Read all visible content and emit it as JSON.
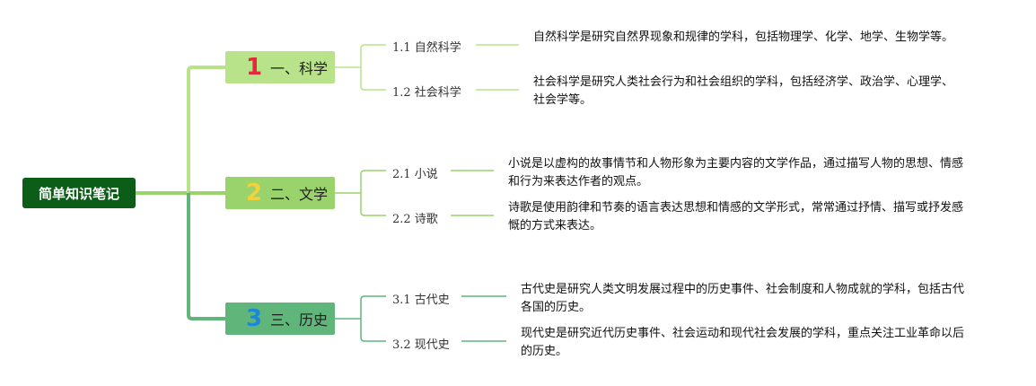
{
  "root": {
    "label": "简单知识笔记"
  },
  "branches": [
    {
      "number": "1",
      "label": "一、科学",
      "color": "#b9e38a",
      "line_color": "#b9e38a",
      "number_color": "#e8283a",
      "children": [
        {
          "label": "1.1 自然科学",
          "desc": "自然科学是研究自然界现象和规律的学科，包括物理学、化学、地学、生物学等。"
        },
        {
          "label": "1.2 社会科学",
          "desc": "社会科学是研究人类社会行为和社会组织的学科，包括经济学、政治学、心理学、社会学等。"
        }
      ]
    },
    {
      "number": "2",
      "label": "二、文学",
      "color": "#9ad26b",
      "line_color": "#9ad26b",
      "number_color": "#f2d23a",
      "children": [
        {
          "label": "2.1 小说",
          "desc": "小说是以虚构的故事情节和人物形象为主要内容的文学作品，通过描写人物的思想、情感和行为来表达作者的观点。"
        },
        {
          "label": "2.2 诗歌",
          "desc": "诗歌是使用韵律和节奏的语言表达思想和情感的文学形式，常常通过抒情、描写或抒发感慨的方式来表达。"
        }
      ]
    },
    {
      "number": "3",
      "label": "三、历史",
      "color": "#5fb57a",
      "line_color": "#5fb57a",
      "number_color": "#1e88d8",
      "children": [
        {
          "label": "3.1 古代史",
          "desc": "古代史是研究人类文明发展过程中的历史事件、社会制度和人物成就的学科，包括古代各国的历史。"
        },
        {
          "label": "3.2 现代史",
          "desc": "现代史是研究近代历史事件、社会运动和现代社会发展的学科，重点关注工业革命以后的历史。"
        }
      ]
    }
  ]
}
